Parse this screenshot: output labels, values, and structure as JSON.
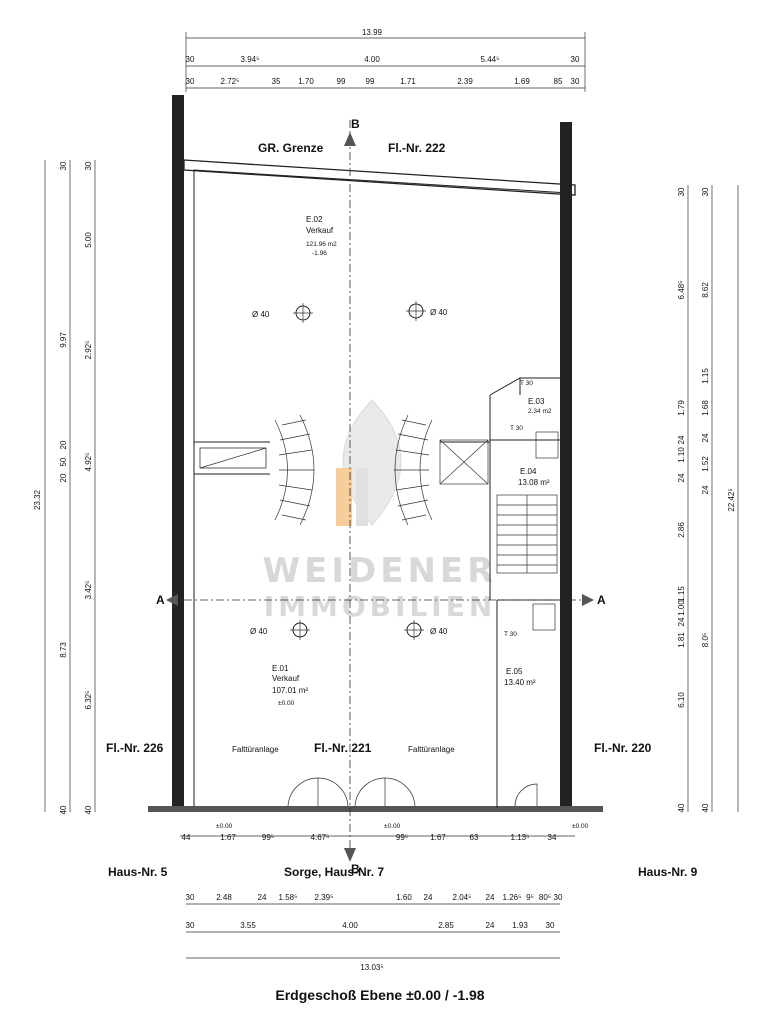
{
  "title": "Erdgeschoß  Ebene ±0.00 / -1.98",
  "watermark": {
    "line1": "WEIDENER",
    "line2": "IMMOBILIEN"
  },
  "labels": {
    "gr_grenze": "GR. Grenze",
    "fl_222": "Fl.-Nr. 222",
    "fl_226": "Fl.-Nr. 226",
    "fl_221": "Fl.-Nr. 221",
    "fl_220": "Fl.-Nr. 220",
    "haus_5": "Haus-Nr. 5",
    "sorge": "Sorge, Haus-Nr. 7",
    "haus_9": "Haus-Nr. 9",
    "faltturanlage_left": "Falttüranlage",
    "faltturanlage_right": "Falttüranlage",
    "section_a": "A",
    "section_b": "B"
  },
  "rooms": {
    "e02": {
      "id": "E.02",
      "name": "Verkauf",
      "area": "121.96 m2",
      "level": "-1.96"
    },
    "e01": {
      "id": "E.01",
      "name": "Verkauf",
      "area": "107.01 m²",
      "level": "±0.00"
    },
    "e03": {
      "id": "E.03",
      "area": "2.34 m2"
    },
    "e04": {
      "id": "E.04",
      "area": "13.08 m²"
    },
    "e05": {
      "id": "E.05",
      "area": "13.40 m²"
    }
  },
  "columns": {
    "diameter": "Ø 40"
  },
  "doors": {
    "t30": "T 30"
  },
  "dims": {
    "top_total": "13.99",
    "top_row1": [
      "30",
      "3.94⁵",
      "4.00",
      "5.44⁵",
      "30"
    ],
    "top_row2": [
      "30",
      "2.72⁵",
      "35",
      "1.70",
      "99",
      "99",
      "1.71",
      "2.39",
      "1.69",
      "85",
      "30"
    ],
    "left_outer": "23.32",
    "left_mid": [
      "30",
      "9.97",
      "20",
      "50",
      "20",
      "8.73",
      "40"
    ],
    "left_inner": [
      "30",
      "5.00",
      "2.92⁵",
      "4.92⁵",
      "3.42⁵",
      "6.32⁵",
      "40"
    ],
    "right_outer": "22.42⁵",
    "right_mid": [
      "30",
      "8.62",
      "1.15",
      "1.68",
      "24",
      "1.52",
      "24",
      "8.0⁵",
      "40"
    ],
    "right_inner": [
      "30",
      "6.48⁵",
      "1.79",
      "24",
      "1.10",
      "24",
      "2.86",
      "1.15",
      "1.00",
      "24",
      "1.81",
      "6.10",
      "40"
    ],
    "front": [
      "44",
      "1.67",
      "99⁵",
      "4.67⁵",
      "99⁵",
      "1.67",
      "63",
      "1.13⁵",
      "34"
    ],
    "front_levels": [
      "±0.00",
      "±0.00",
      "±0.00"
    ],
    "bottom_row1": [
      "30",
      "2.48",
      "24",
      "1.58⁵",
      "2.39⁵",
      "1.60",
      "24",
      "2.04⁵",
      "24",
      "1.26⁵",
      "9⁵",
      "80⁵",
      "30"
    ],
    "bottom_row2": [
      "30",
      "3.55",
      "4.00",
      "2.85",
      "24",
      "1.93",
      "30"
    ],
    "bottom_total": "13.03⁵"
  }
}
